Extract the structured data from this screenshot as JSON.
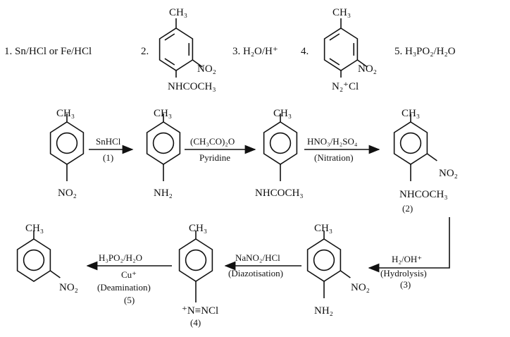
{
  "answer_row": {
    "step1": "1. Sn/HCl or Fe/HCl",
    "step2_label": "2.",
    "step2_ch3": "CH₃",
    "step2_no2": "NO₂",
    "step2_nhcoch3": "NHCOCH₃",
    "step3": "3. H₂O/H⁺",
    "step4_label": "4.",
    "step4_ch3": "CH₃",
    "step4_no2": "NO₂",
    "step4_diazonium": "N₂⁺Cl",
    "step5": "5. H₃PO₂/H₂O"
  },
  "scheme": {
    "m1": {
      "top": "CH₃",
      "bottom": "NO₂"
    },
    "r1": {
      "above": "SnHCl",
      "below": "(1)"
    },
    "m2": {
      "top": "CH₃",
      "bottom": "NH₂"
    },
    "r2": {
      "above": "(CH₃CO)₂O",
      "below": "Pyridine"
    },
    "m3": {
      "top": "CH₃",
      "bottom": "NHCOCH₃"
    },
    "r3": {
      "above": "HNO₃/H₂SO₄",
      "below": "(Nitration)"
    },
    "m4": {
      "top": "CH₃",
      "side": "NO₂",
      "bottom": "NHCOCH₃",
      "number": "(2)"
    },
    "r4": {
      "above": "H₂/OH⁺",
      "below": "(Hydrolysis)",
      "number": "(3)"
    },
    "m5": {
      "top": "CH₃",
      "side": "NO₂",
      "bottom": "NH₂"
    },
    "r5": {
      "above": "NaNO₂/HCl",
      "below": "(Diazotisation)"
    },
    "m6": {
      "top": "CH₃",
      "bottom": "⁺N≡NCl",
      "number": "(4)"
    },
    "r6": {
      "above": "H₃PO₂/H₂O",
      "catalyst": "Cu⁺",
      "below": "(Deamination)",
      "number": "(5)"
    },
    "m7": {
      "top": "CH₃",
      "side": "NO₂"
    }
  }
}
